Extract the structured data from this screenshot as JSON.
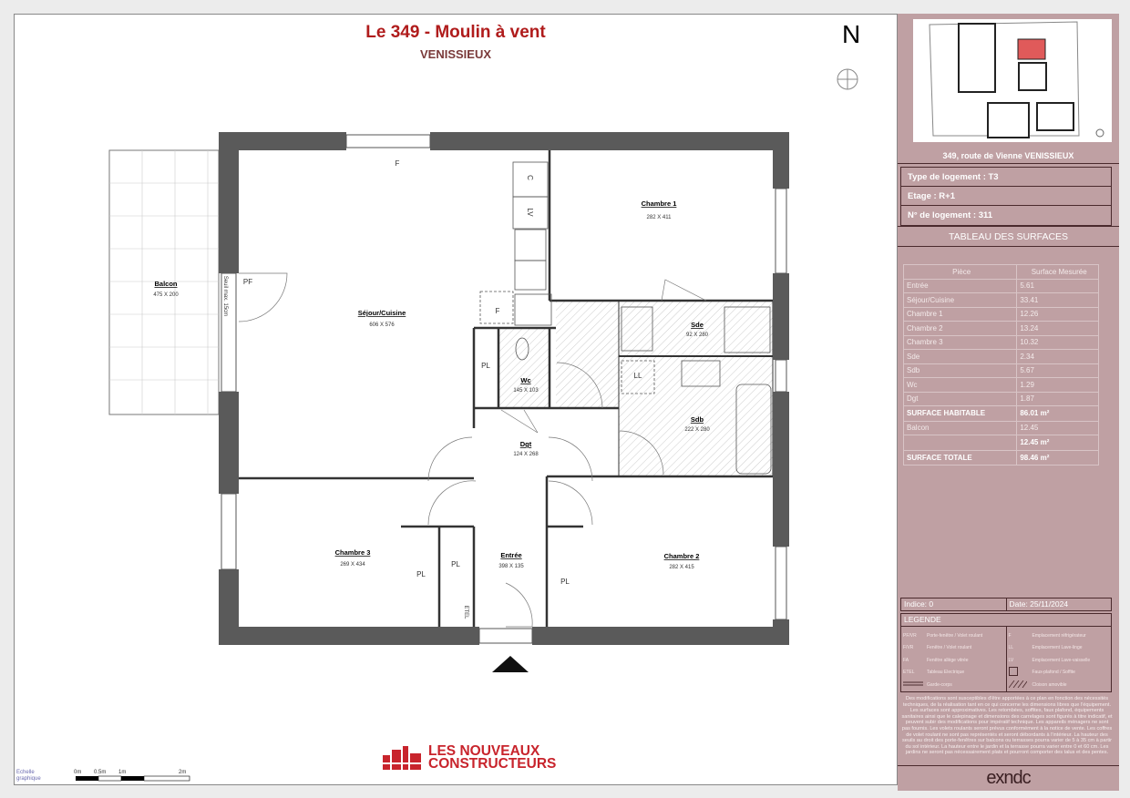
{
  "header": {
    "title": "Le 349 - Moulin à vent",
    "city": "VENISSIEUX",
    "north": "N"
  },
  "plan": {
    "rooms": [
      {
        "name": "Balcon",
        "dim": "475 X 200"
      },
      {
        "name": "Séjour/Cuisine",
        "dim": "606 X 576"
      },
      {
        "name": "Chambre 1",
        "dim": "282 X 411"
      },
      {
        "name": "Sde",
        "dim": "92 X 280"
      },
      {
        "name": "Wc",
        "dim": "145 X 103"
      },
      {
        "name": "Sdb",
        "dim": "222 X 280"
      },
      {
        "name": "Dgt",
        "dim": "124 X 268"
      },
      {
        "name": "Chambre 3",
        "dim": "269 X 434"
      },
      {
        "name": "Entrée",
        "dim": "398 X 135"
      },
      {
        "name": "Chambre 2",
        "dim": "282 X 415"
      }
    ],
    "marks": {
      "pf": "PF",
      "f": "F",
      "pl": "PL",
      "lv": "LV",
      "ll": "LL",
      "c": "C",
      "etel": "ETEL",
      "seuil": "Seuil max. 15cm"
    }
  },
  "scale": {
    "label1": "Echelle",
    "label2": "graphique",
    "ticks": [
      "0m",
      "0.5m",
      "1m",
      "2m"
    ]
  },
  "brand": {
    "line1": "LES NOUVEAUX",
    "line2": "CONSTRUCTEURS"
  },
  "panel": {
    "address": "349, route de Vienne VENISSIEUX",
    "type": "Type de logement : T3",
    "etage": "Etage :  R+1",
    "numero": "N° de logement : 311",
    "table_title": "TABLEAU DES SURFACES",
    "table": {
      "headers": [
        "Pièce",
        "Surface Mesurée"
      ],
      "rows": [
        [
          "Entrée",
          "5.61"
        ],
        [
          "Séjour/Cuisine",
          "33.41"
        ],
        [
          "Chambre 1",
          "12.26"
        ],
        [
          "Chambre 2",
          "13.24"
        ],
        [
          "Chambre 3",
          "10.32"
        ],
        [
          "Sde",
          "2.34"
        ],
        [
          "Sdb",
          "5.67"
        ],
        [
          "Wc",
          "1.29"
        ],
        [
          "Dgt",
          "1.87"
        ]
      ],
      "habitable": [
        "SURFACE HABITABLE",
        "86.01 m²"
      ],
      "balcon": [
        "Balcon",
        "12.45"
      ],
      "annex_total": "12.45 m²",
      "total": [
        "SURFACE TOTALE",
        "98.46 m²"
      ]
    },
    "indice": "Indice: 0",
    "date": "Date: 25/11/2024",
    "legend_title": "LEGENDE",
    "legend_left": [
      [
        "PF/VR",
        "Porte-fenêtre / Volet roulant"
      ],
      [
        "F/VR",
        "Fenêtre / Volet roulant"
      ],
      [
        "FA",
        "Fenêtre allège vitrée"
      ],
      [
        "ETEL",
        "Tableau Electrique"
      ],
      [
        "",
        "Garde-corps"
      ]
    ],
    "legend_right": [
      [
        "F",
        "Emplacement réfrigérateur"
      ],
      [
        "LL",
        "Emplacement Lave-linge"
      ],
      [
        "LV",
        "Emplacement Lave-vaisselle"
      ],
      [
        "",
        "Faux-plafond / Soffite"
      ],
      [
        "",
        "Cloison amovible"
      ]
    ],
    "disclaimer": "Des modifications sont susceptibles d'être apportées à ce plan en fonction des nécessités techniques, de la réalisation tant en ce qui concerne les dimensions libres que l'équipement. Les surfaces sont approximatives. Les retombées, soffites, faux plafond, équipements sanitaires ainsi que le calepinage et dimensions des carrelages sont figurés à titre indicatif, et peuvent subir des modifications pour impératif technique. Les appareils ménagers ne sont pas fournis. Les volets roulants seront prévus conformément à la notice de vente. Les coffres de volet roulant ne sont pas représentés et seront débordants à l'intérieur. La hauteur des seuils au droit des porte-fenêtres sur balcons ou terrasses pourra varier de 5 à 35 cm à partir du sol intérieur. La hauteur entre le jardin et la terrasse pourra varier entre 0 et 60 cm. Les jardins ne seront pas nécessairement plats et pourront comporter des talus et des pentes.",
    "logo": "exndc"
  },
  "colors": {
    "brand_red": "#c8242c",
    "title_red": "#b01c1c",
    "panel": "#bfa0a3",
    "wall": "#5a5a5a",
    "highlight": "#e05a5a"
  }
}
